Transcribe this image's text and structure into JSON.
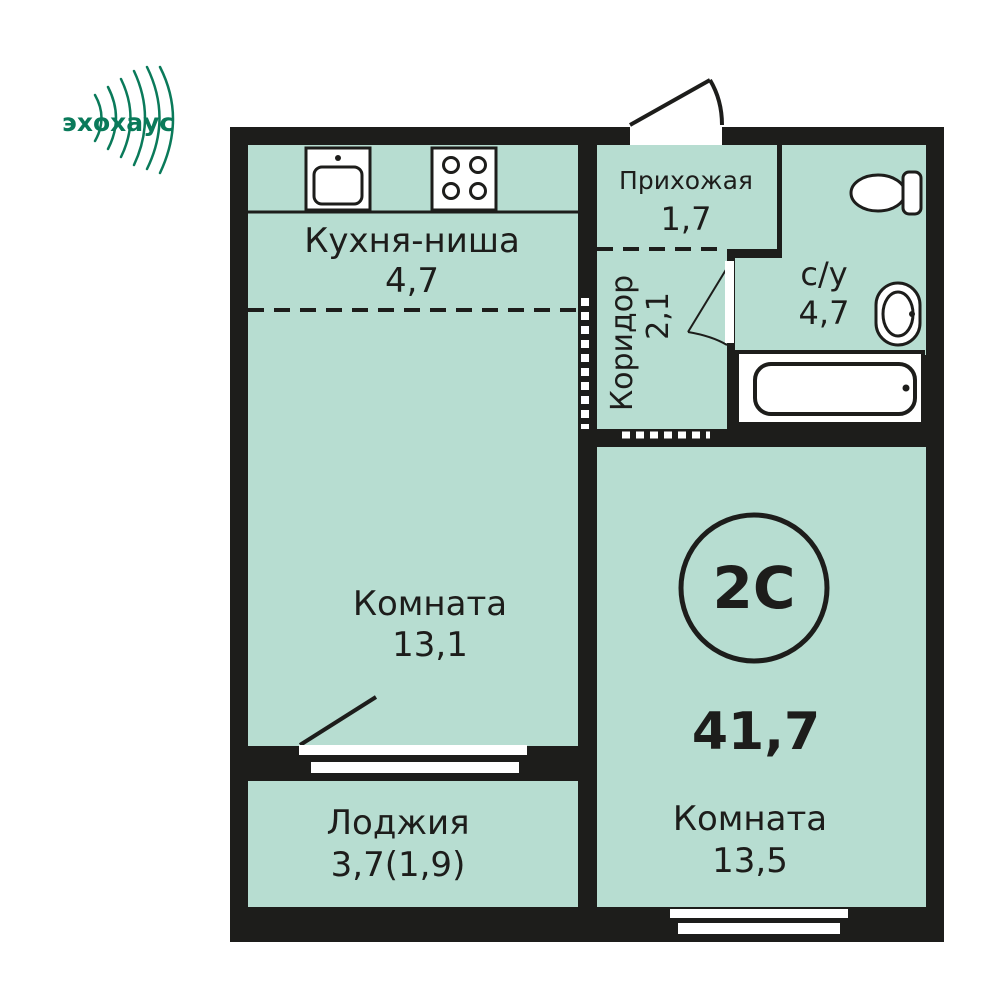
{
  "brand": {
    "logo_text": "эхохаус",
    "color": "#0a7a5a"
  },
  "colors": {
    "room_fill": "#b7ddd1",
    "wall": "#1d1d1b"
  },
  "apartment": {
    "type_badge": "2С",
    "total_area": "41,7"
  },
  "rooms": {
    "kitchen": {
      "name": "Кухня-ниша",
      "area": "4,7"
    },
    "hall": {
      "name": "Прихожая",
      "area": "1,7"
    },
    "bathroom": {
      "name": "с/у",
      "area": "4,7"
    },
    "corridor": {
      "name": "Коридор",
      "area": "2,1"
    },
    "room1": {
      "name": "Комната",
      "area": "13,1"
    },
    "loggia": {
      "name": "Лоджия",
      "area": "3,7(1,9)"
    },
    "room2": {
      "name": "Комната",
      "area": "13,5"
    }
  }
}
